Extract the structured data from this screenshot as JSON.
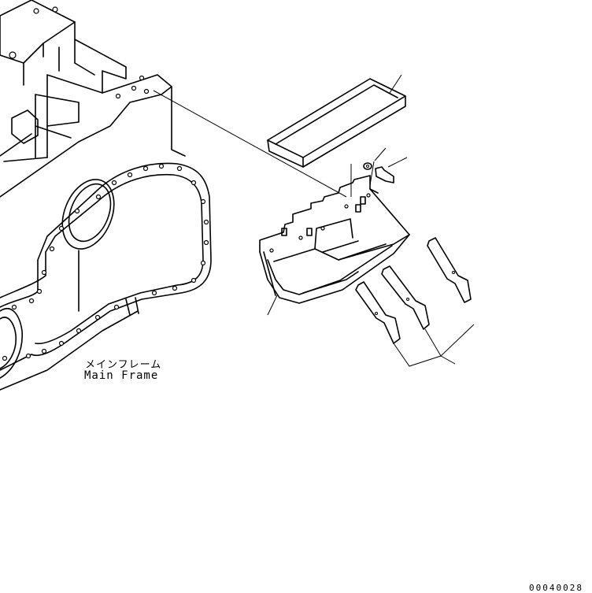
{
  "labels": {
    "main_frame_ja": "メインフレーム",
    "main_frame_en": "Main Frame"
  },
  "drawing_number": "00040028",
  "colors": {
    "line": "#000000",
    "background": "#ffffff"
  }
}
